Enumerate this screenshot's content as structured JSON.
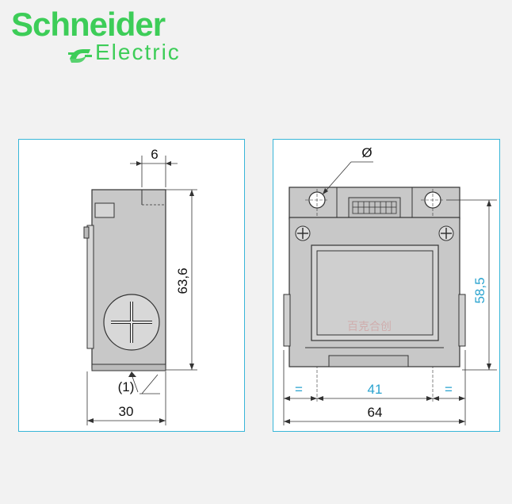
{
  "brand": {
    "name": "Schneider",
    "sub": "Electric",
    "color": "#3dcd58"
  },
  "side_view": {
    "dim_top": "6",
    "dim_height": "63,6",
    "dim_bottom": "30",
    "callout": "(1)"
  },
  "front_view": {
    "hole_label": "Ø",
    "dim_height": "58,5",
    "dim_inner": "41",
    "dim_equal_left": "=",
    "dim_equal_right": "=",
    "dim_total": "64",
    "watermark": "百克合创"
  },
  "colors": {
    "frame": "#38b6d8",
    "body_fill": "#c8c8c8",
    "outline": "#333333",
    "blue_dim": "#2aa3cf"
  }
}
